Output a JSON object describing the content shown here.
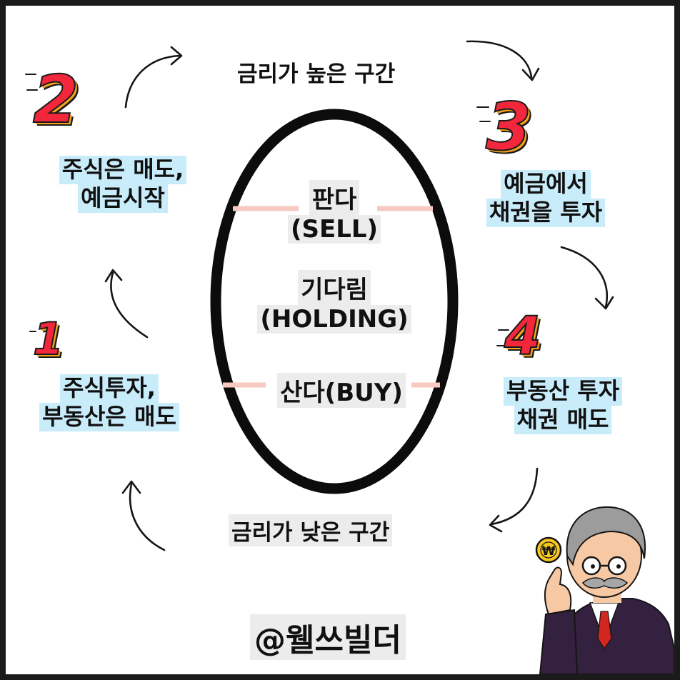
{
  "rates": {
    "high": "금리가 높은 구간",
    "low": "금리가 낮은 구간"
  },
  "center": {
    "sell_line1": "판다",
    "sell_line2": "(SELL)",
    "hold_line1": "기다림",
    "hold_line2": "(HOLDING)",
    "buy": "산다(BUY)"
  },
  "steps": [
    {
      "number": "1",
      "line1": "주식투자,",
      "line2": "부동산은 매도"
    },
    {
      "number": "2",
      "line1": "주식은 매도,",
      "line2": "예금시작"
    },
    {
      "number": "3",
      "line1": "예금에서",
      "line2": "채권을 투자"
    },
    {
      "number": "4",
      "line1": "부동산 투자",
      "line2": "채권 매도"
    }
  ],
  "brand": "@웰쓰빌더",
  "coin_symbol": "₩",
  "colors": {
    "number_fill": "#f2273b",
    "number_shadow": "#f6a21c",
    "text_highlight": "#c9ecfb",
    "divider": "#f7c9c0"
  },
  "icons": [
    "cycle-arrow-icon",
    "old-man-with-coin-illustration"
  ]
}
